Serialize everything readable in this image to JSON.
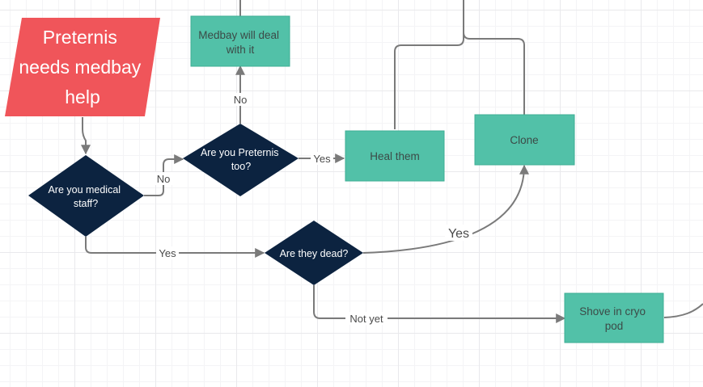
{
  "colors": {
    "start": "#f0555a",
    "decision": "#0c2340",
    "process": "#52c1a8",
    "connector": "#7a7a7a"
  },
  "start": {
    "lines": [
      "Preternis",
      "needs medbay",
      "help"
    ]
  },
  "decisions": {
    "medical_staff": {
      "lines": [
        "Are you medical",
        "staff?"
      ]
    },
    "preternis_too": {
      "lines": [
        "Are you Preternis",
        "too?"
      ]
    },
    "dead": {
      "lines": [
        "Are they dead?"
      ]
    }
  },
  "processes": {
    "medbay": {
      "lines": [
        "Medbay will deal",
        "with it"
      ]
    },
    "heal": {
      "lines": [
        "Heal them"
      ]
    },
    "clone": {
      "lines": [
        "Clone"
      ]
    },
    "cryo": {
      "lines": [
        "Shove in cryo",
        "pod"
      ]
    }
  },
  "edges": {
    "medical_no": "No",
    "preternis_no": "No",
    "preternis_yes": "Yes",
    "medical_yes": "Yes",
    "dead_yes": "Yes",
    "dead_not_yet": "Not yet"
  }
}
